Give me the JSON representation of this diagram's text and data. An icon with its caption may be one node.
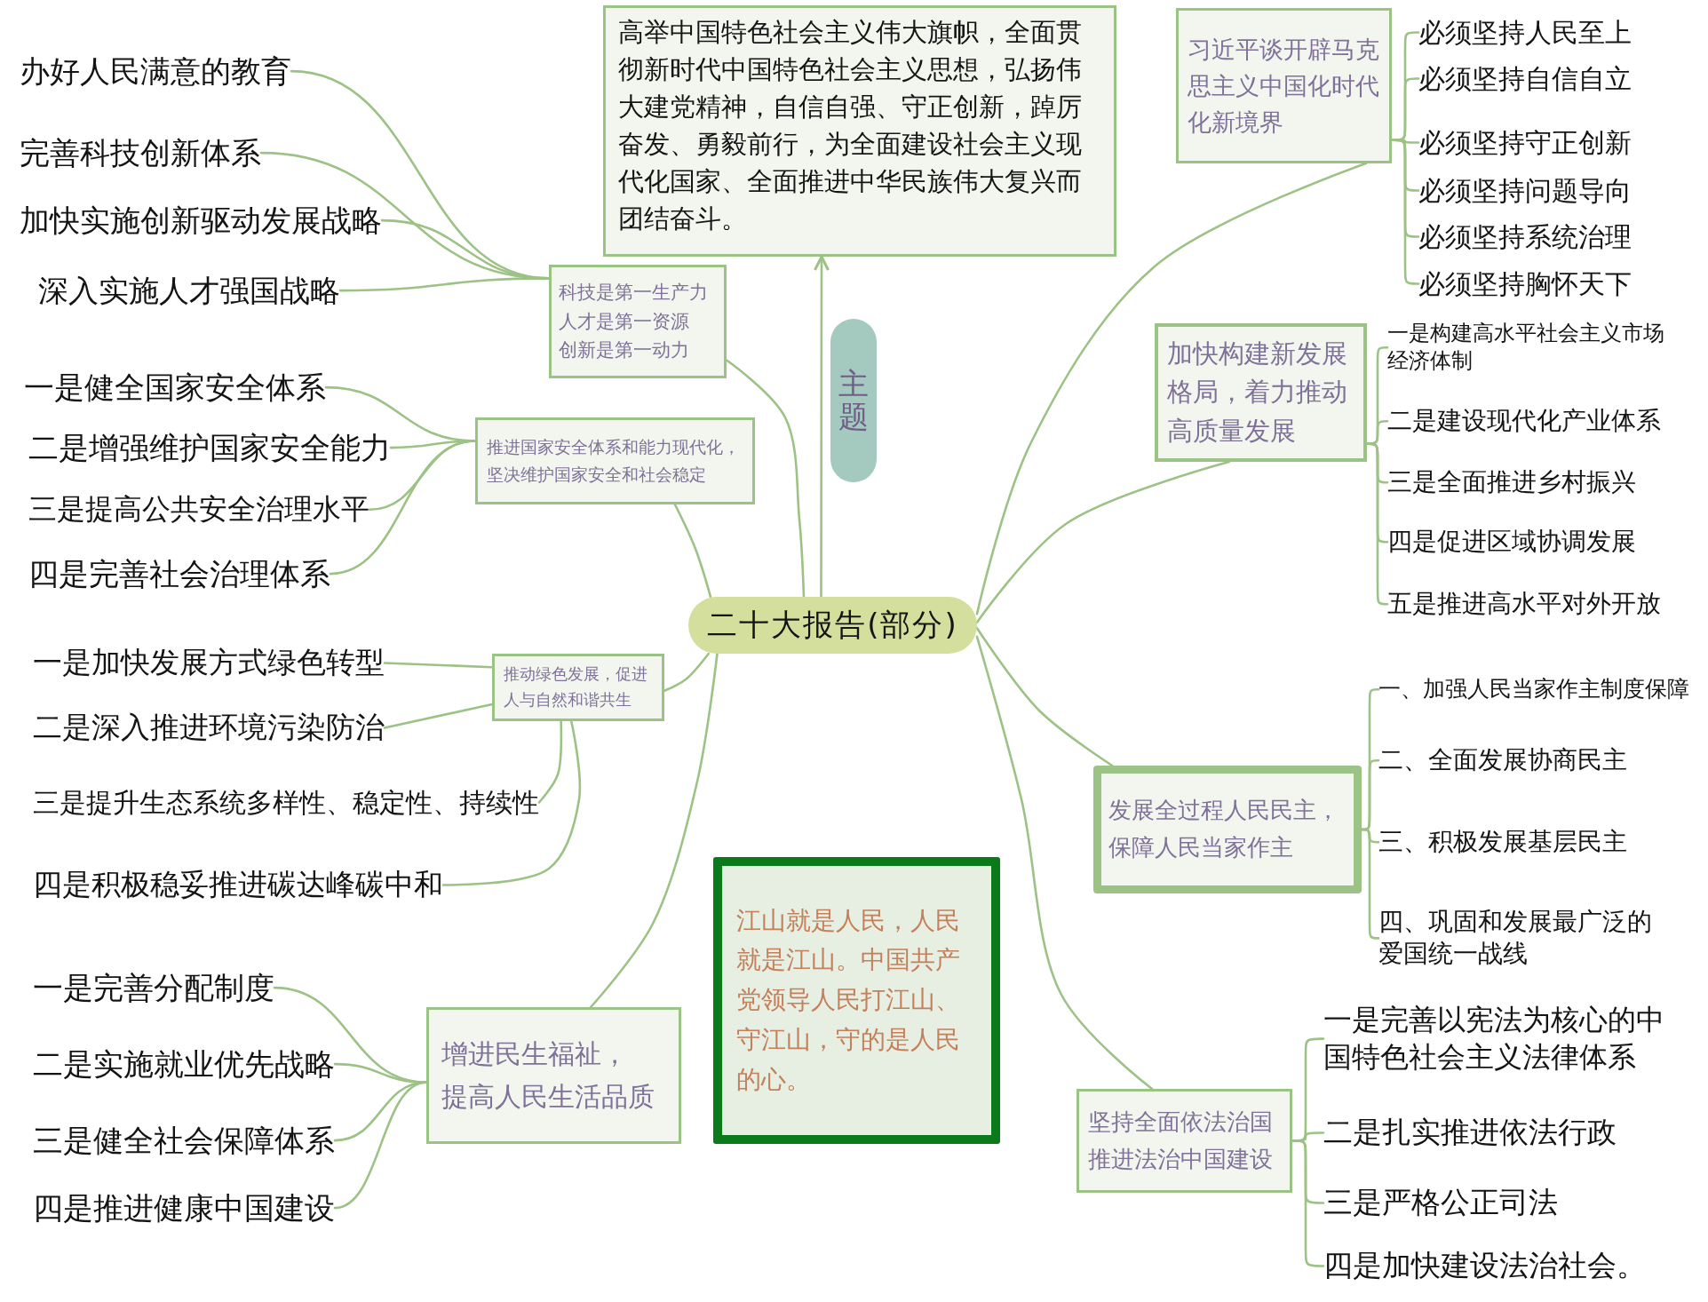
{
  "diagram": {
    "nodes": [
      {
        "text": [
          "高举中国特色社会主义伟大旗帜，全面贯彻新时代中国特色社会主义思想，弘扬伟大建党精神，自信自强、守正创新，踔厉奋发、勇毅前行，为全面建设社会主义现代化国家、全面推进中华民族伟大复兴而团结奋斗。"
        ]
      },
      {
        "text": [
          "主题"
        ]
      },
      {
        "text": [
          "二十大报告(部分)"
        ]
      },
      {
        "text": [
          "科技是第一生产力",
          "人才是第一资源",
          "创新是第一动力"
        ]
      },
      {
        "text": [
          "办好人民满意的教育"
        ]
      },
      {
        "text": [
          "完善科技创新体系"
        ]
      },
      {
        "text": [
          "加快实施创新驱动发展战略"
        ]
      },
      {
        "text": [
          "深入实施人才强国战略"
        ]
      },
      {
        "text": [
          "推进国家安全体系和能力现代化，",
          "坚决维护国家安全和社会稳定"
        ]
      },
      {
        "text": [
          "一是健全国家安全体系"
        ]
      },
      {
        "text": [
          "二是增强维护国家安全能力"
        ]
      },
      {
        "text": [
          "三是提高公共安全治理水平"
        ]
      },
      {
        "text": [
          "四是完善社会治理体系"
        ]
      },
      {
        "text": [
          "推动绿色发展，促进人与自然和谐共生"
        ]
      },
      {
        "text": [
          "一是加快发展方式绿色转型"
        ]
      },
      {
        "text": [
          "二是深入推进环境污染防治"
        ]
      },
      {
        "text": [
          "三是提升生态系统多样性、稳定性、持续性"
        ]
      },
      {
        "text": [
          "四是积极稳妥推进碳达峰碳中和"
        ]
      },
      {
        "text": [
          "增进民生福祉，",
          "提高人民生活品质"
        ]
      },
      {
        "text": [
          "一是完善分配制度"
        ]
      },
      {
        "text": [
          "二是实施就业优先战略"
        ]
      },
      {
        "text": [
          "三是健全社会保障体系"
        ]
      },
      {
        "text": [
          "四是推进健康中国建设"
        ]
      },
      {
        "text": [
          "江山就是人民，人民就是江山。中国共产党领导人民打江山、守江山，守的是人民的心。"
        ]
      },
      {
        "text": [
          "习近平谈开辟马克思主义中国化时代化新境界"
        ]
      },
      {
        "text": [
          "必须坚持人民至上"
        ]
      },
      {
        "text": [
          "必须坚持自信自立"
        ]
      },
      {
        "text": [
          "必须坚持守正创新"
        ]
      },
      {
        "text": [
          "必须坚持问题导向"
        ]
      },
      {
        "text": [
          "必须坚持系统治理"
        ]
      },
      {
        "text": [
          "必须坚持胸怀天下"
        ]
      },
      {
        "text": [
          "加快构建新发展格局，着力推动高质量发展"
        ]
      },
      {
        "text": [
          "一是构建高水平社会主义市场经济体制"
        ]
      },
      {
        "text": [
          "二是建设现代化产业体系"
        ]
      },
      {
        "text": [
          "三是全面推进乡村振兴"
        ]
      },
      {
        "text": [
          "四是促进区域协调发展"
        ]
      },
      {
        "text": [
          "五是推进高水平对外开放"
        ]
      },
      {
        "text": [
          "发展全过程人民民主，",
          "保障人民当家作主"
        ]
      },
      {
        "text": [
          "一、加强人民当家作主制度保障"
        ]
      },
      {
        "text": [
          "二、全面发展协商民主"
        ]
      },
      {
        "text": [
          "三、积极发展基层民主"
        ]
      },
      {
        "text": [
          "四、巩固和发展最广泛的爱国统一战线"
        ]
      },
      {
        "text": [
          "坚持全面依法治国",
          "推进法治中国建设"
        ]
      },
      {
        "text": [
          "一是完善以宪法为核心的中国特色社会主义法律体系"
        ]
      },
      {
        "text": [
          "二是扎实推进依法行政"
        ]
      },
      {
        "text": [
          "三是严格公正司法"
        ]
      },
      {
        "text": [
          "四是加快建设法治社会。"
        ]
      }
    ],
    "edges": [
      {
        "from": 2,
        "to": 0,
        "arrow": "to"
      },
      {
        "from": 2,
        "to": 3,
        "arrow": "none"
      },
      {
        "from": 2,
        "to": 8,
        "arrow": "none"
      },
      {
        "from": 2,
        "to": 13,
        "arrow": "none"
      },
      {
        "from": 2,
        "to": 18,
        "arrow": "none"
      },
      {
        "from": 2,
        "to": 24,
        "arrow": "none"
      },
      {
        "from": 2,
        "to": 31,
        "arrow": "none"
      },
      {
        "from": 2,
        "to": 37,
        "arrow": "none"
      },
      {
        "from": 2,
        "to": 42,
        "arrow": "none"
      },
      {
        "from": 3,
        "to": 4,
        "arrow": "none"
      },
      {
        "from": 3,
        "to": 5,
        "arrow": "none"
      },
      {
        "from": 3,
        "to": 6,
        "arrow": "none"
      },
      {
        "from": 3,
        "to": 7,
        "arrow": "none"
      },
      {
        "from": 8,
        "to": 9,
        "arrow": "none"
      },
      {
        "from": 8,
        "to": 10,
        "arrow": "none"
      },
      {
        "from": 8,
        "to": 11,
        "arrow": "none"
      },
      {
        "from": 8,
        "to": 12,
        "arrow": "none"
      },
      {
        "from": 13,
        "to": 14,
        "arrow": "none"
      },
      {
        "from": 13,
        "to": 15,
        "arrow": "none"
      },
      {
        "from": 13,
        "to": 16,
        "arrow": "none"
      },
      {
        "from": 13,
        "to": 17,
        "arrow": "none"
      },
      {
        "from": 18,
        "to": 19,
        "arrow": "none"
      },
      {
        "from": 18,
        "to": 20,
        "arrow": "none"
      },
      {
        "from": 18,
        "to": 21,
        "arrow": "none"
      },
      {
        "from": 18,
        "to": 22,
        "arrow": "none"
      },
      {
        "from": 24,
        "to": 25,
        "arrow": "none"
      },
      {
        "from": 24,
        "to": 26,
        "arrow": "none"
      },
      {
        "from": 24,
        "to": 27,
        "arrow": "none"
      },
      {
        "from": 24,
        "to": 28,
        "arrow": "none"
      },
      {
        "from": 24,
        "to": 29,
        "arrow": "none"
      },
      {
        "from": 24,
        "to": 30,
        "arrow": "none"
      },
      {
        "from": 31,
        "to": 32,
        "arrow": "none"
      },
      {
        "from": 31,
        "to": 33,
        "arrow": "none"
      },
      {
        "from": 31,
        "to": 34,
        "arrow": "none"
      },
      {
        "from": 31,
        "to": 35,
        "arrow": "none"
      },
      {
        "from": 31,
        "to": 36,
        "arrow": "none"
      },
      {
        "from": 37,
        "to": 38,
        "arrow": "none"
      },
      {
        "from": 37,
        "to": 39,
        "arrow": "none"
      },
      {
        "from": 37,
        "to": 40,
        "arrow": "none"
      },
      {
        "from": 37,
        "to": 41,
        "arrow": "none"
      },
      {
        "from": 42,
        "to": 43,
        "arrow": "none"
      },
      {
        "from": 42,
        "to": 44,
        "arrow": "none"
      },
      {
        "from": 42,
        "to": 45,
        "arrow": "none"
      },
      {
        "from": 42,
        "to": 46,
        "arrow": "none"
      }
    ]
  }
}
